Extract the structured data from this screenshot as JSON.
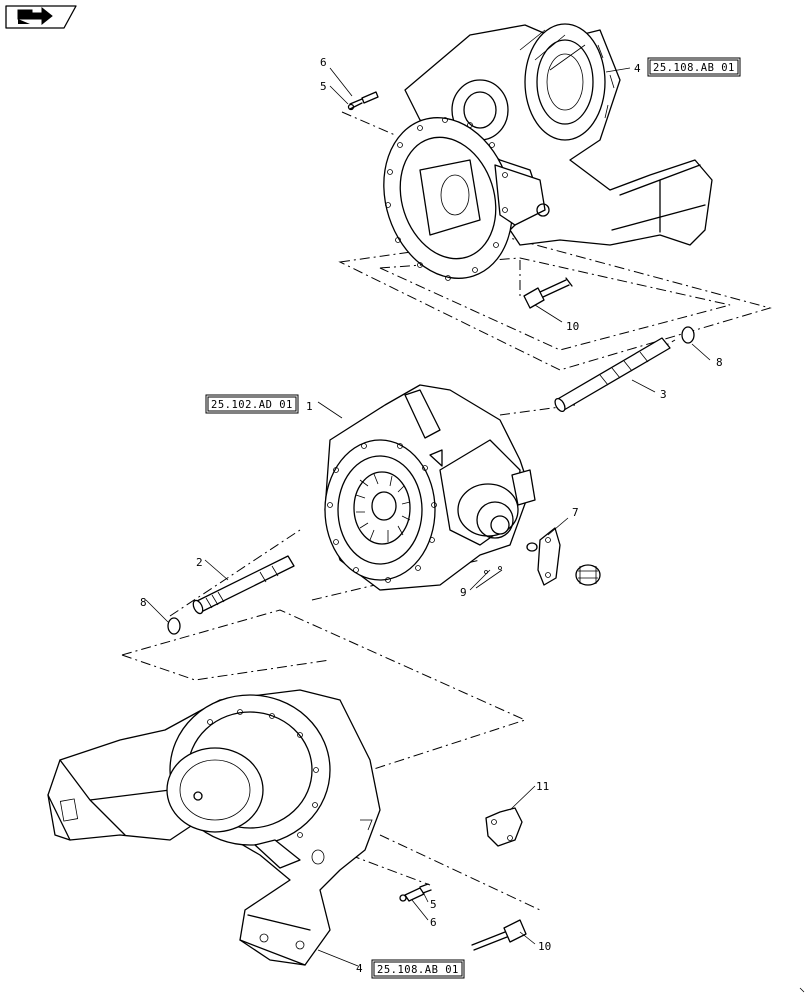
{
  "nav_icon": "back-arrow-icon",
  "references": {
    "top_housing": "25.108.AB 01",
    "center_housing": "25.102.AD 01",
    "bottom_housing": "25.108.AB 01"
  },
  "callouts": {
    "c1": "1",
    "c2": "2",
    "c3": "3",
    "c4_top": "4",
    "c4_bottom": "4",
    "c5_top": "5",
    "c5_bottom": "5",
    "c6_top": "6",
    "c6_bottom": "6",
    "c7": "7",
    "c8_left": "8",
    "c8_right": "8",
    "c9": "9",
    "c10_top": "10",
    "c10_bottom": "10",
    "c11": "11"
  }
}
